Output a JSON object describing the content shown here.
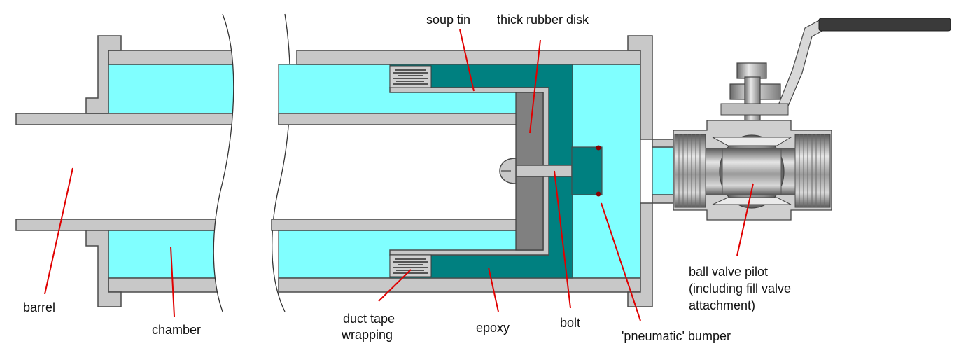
{
  "labels": {
    "soup_tin": "soup tin",
    "rubber_disk": "thick rubber disk",
    "barrel": "barrel",
    "chamber": "chamber",
    "duct_tape_1": "duct tape",
    "duct_tape_2": "wrapping",
    "epoxy": "epoxy",
    "bolt": "bolt",
    "bumper": "'pneumatic' bumper",
    "ball_valve_1": "ball valve pilot",
    "ball_valve_2": "(including fill valve",
    "ball_valve_3": "attachment)"
  },
  "colors": {
    "air": "#80ffff",
    "epoxy": "#008080",
    "pipe": "#c8c8c8",
    "rubber": "#808080",
    "leader": "#e00000",
    "bolt_head": "#8b0000"
  }
}
